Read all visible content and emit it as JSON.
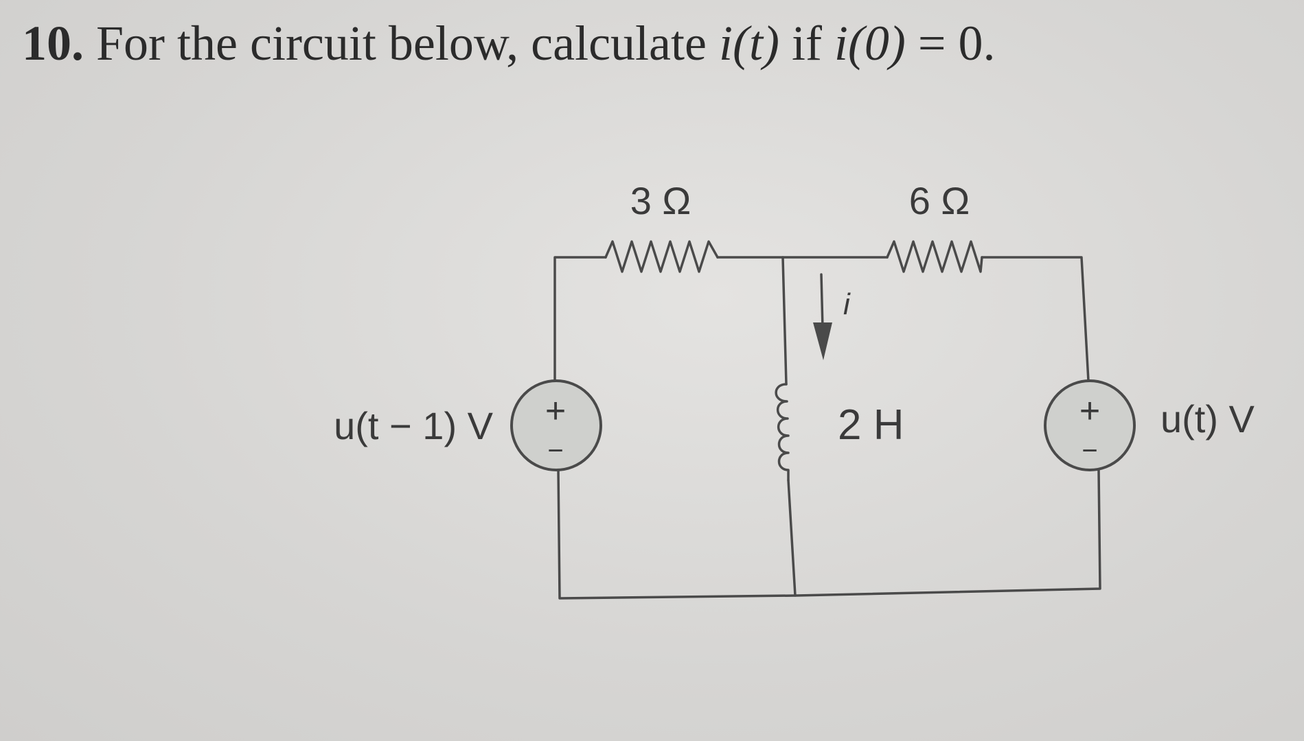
{
  "question": {
    "number": "10.",
    "text_before": "For the circuit below, calculate ",
    "i_t": "i(t)",
    "text_mid": " if ",
    "i_0": "i(0)",
    "text_after": " = 0."
  },
  "circuit": {
    "r1_label": "3 Ω",
    "r2_label": "6 Ω",
    "inductor_label": "2 H",
    "current_label": "i",
    "left_source_label": "u(t − 1) V",
    "right_source_label": "u(t) V",
    "plus_sign": "+",
    "minus_sign": "−"
  },
  "colors": {
    "wire": "#4a4a4a",
    "source_fill": "#cfd0cd",
    "text": "#3a3a3a"
  }
}
